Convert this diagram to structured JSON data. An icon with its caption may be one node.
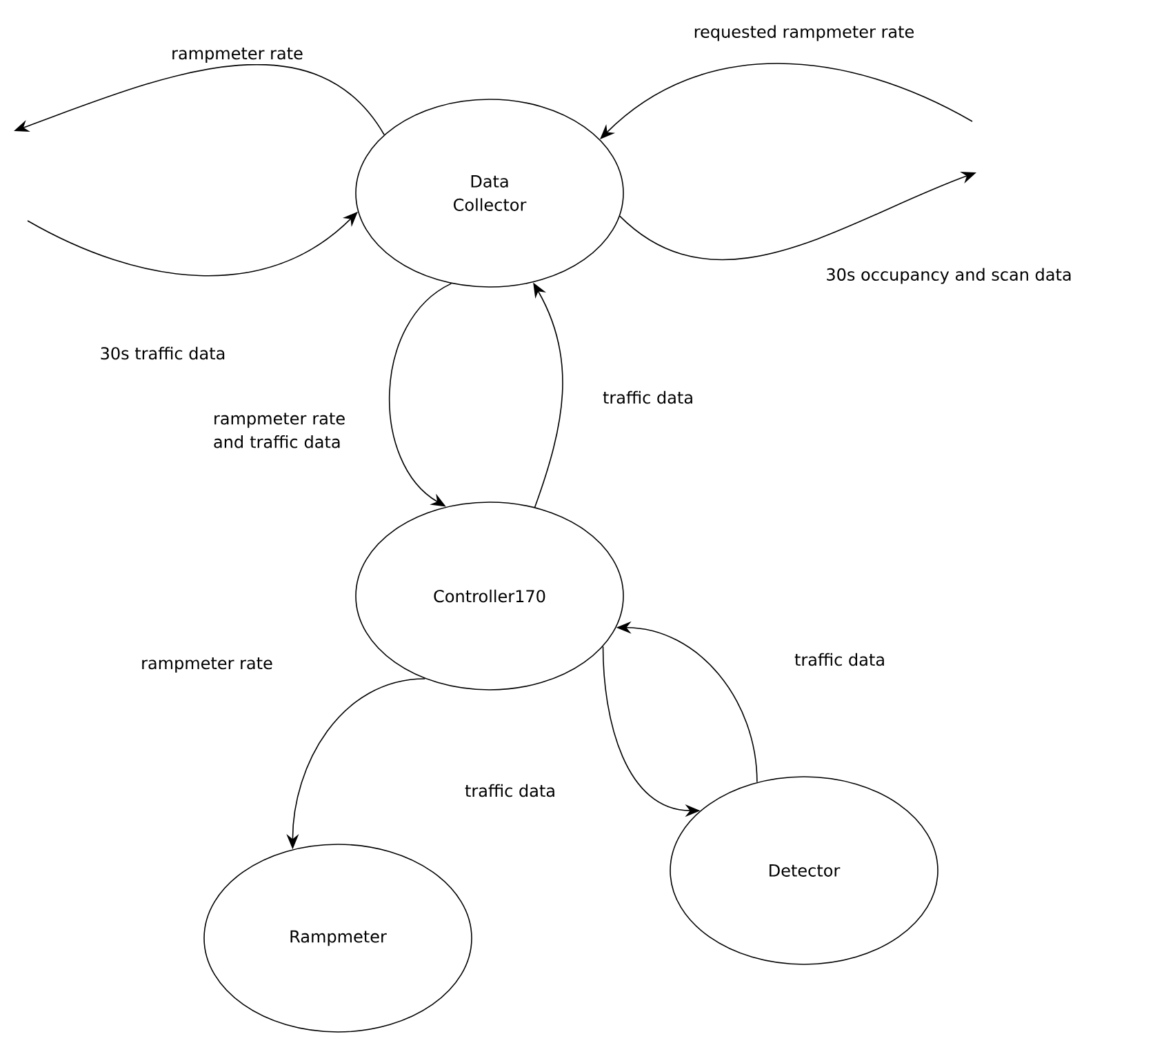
{
  "diagram": {
    "nodes": [
      {
        "text": [
          "Data Collector"
        ]
      },
      {
        "text": [
          "Controller170"
        ]
      },
      {
        "text": [
          "Rampmeter"
        ]
      },
      {
        "text": [
          "Detector"
        ]
      }
    ],
    "edges": [
      {
        "from": 0,
        "to": null,
        "arrow": "to",
        "label": "rampmeter rate"
      },
      {
        "from": null,
        "to": 0,
        "arrow": "to",
        "label": "30s traffic data"
      },
      {
        "from": null,
        "to": 0,
        "arrow": "to",
        "label": "requested rampmeter rate"
      },
      {
        "from": 0,
        "to": null,
        "arrow": "to",
        "label": "30s occupancy and scan data"
      },
      {
        "from": 0,
        "to": 1,
        "arrow": "to",
        "label": "rampmeter rate and traffic data"
      },
      {
        "from": 1,
        "to": 0,
        "arrow": "to",
        "label": "traffic data"
      },
      {
        "from": 1,
        "to": 2,
        "arrow": "to",
        "label": "rampmeter rate"
      },
      {
        "from": 1,
        "to": 3,
        "arrow": "to",
        "label": "traffic data"
      },
      {
        "from": 3,
        "to": 1,
        "arrow": "to",
        "label": "traffic data"
      }
    ]
  }
}
